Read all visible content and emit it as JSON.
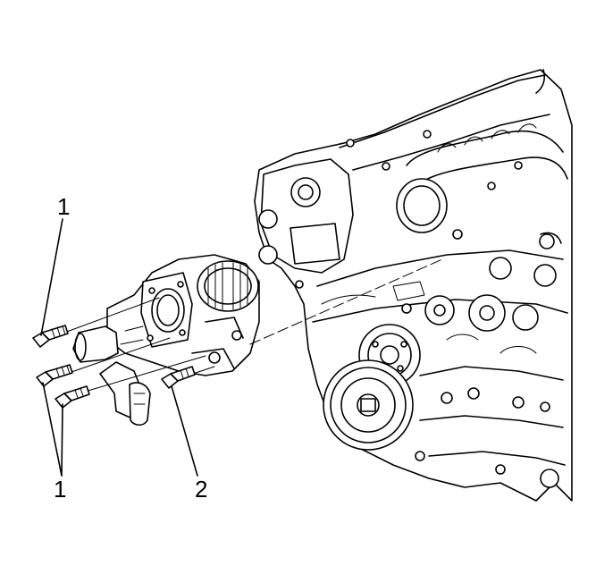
{
  "callouts": {
    "label_1_top": "1",
    "label_1_bottom": "1",
    "label_2": "2"
  },
  "colors": {
    "line": "#000000",
    "background": "#ffffff"
  }
}
